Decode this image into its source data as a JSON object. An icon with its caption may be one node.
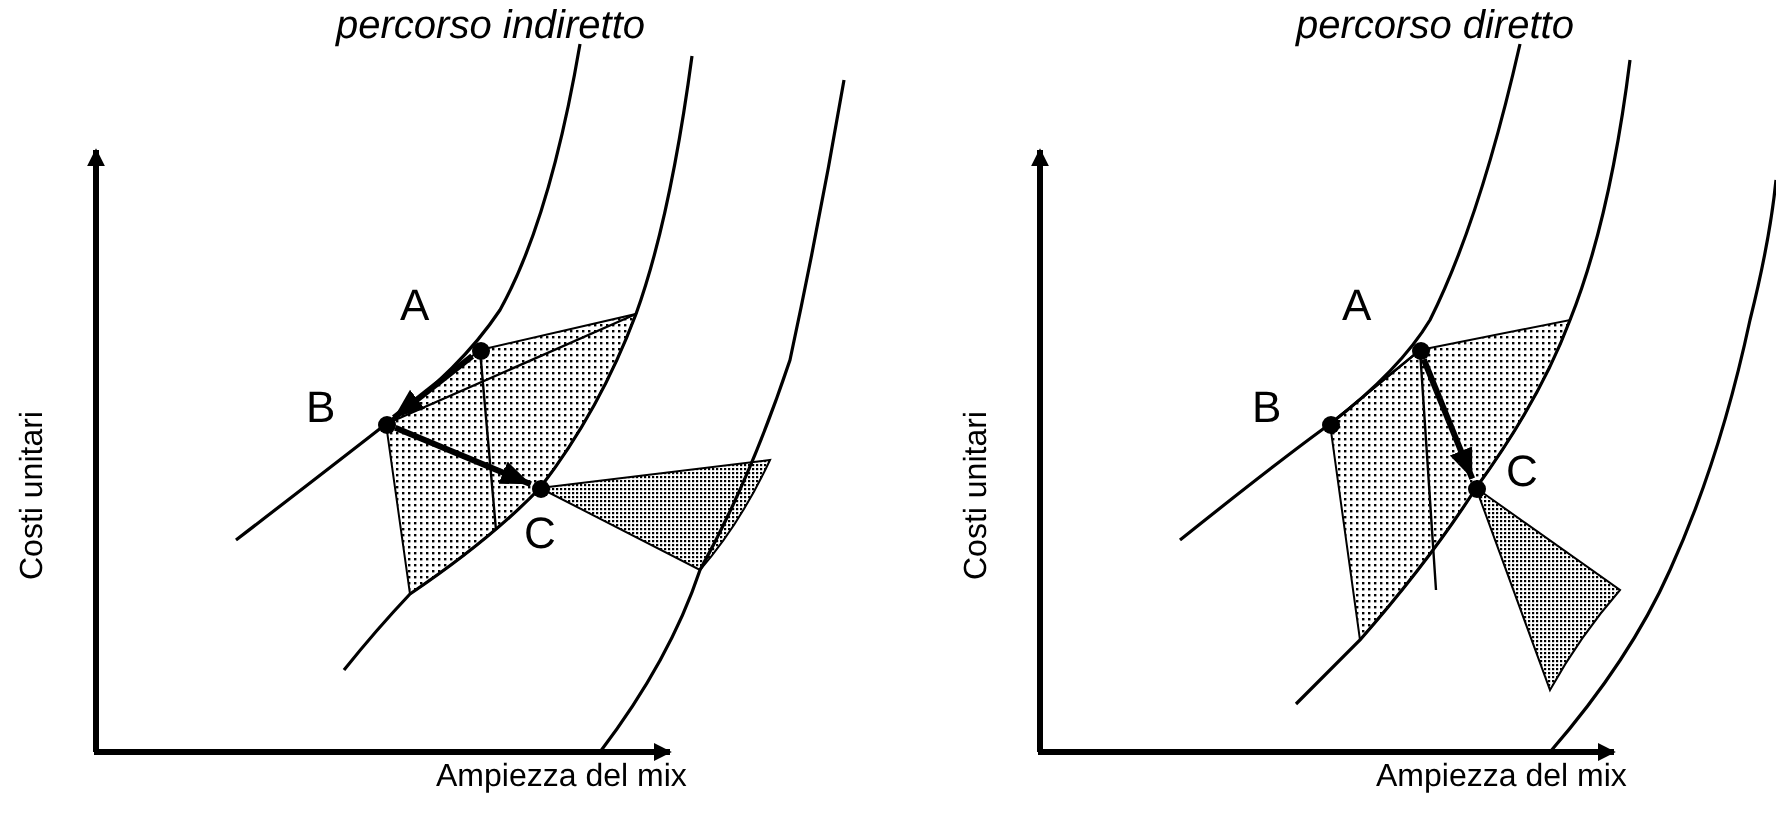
{
  "diagram": {
    "nodes": [
      {
        "text": [
          "A"
        ]
      },
      {
        "text": [
          "B"
        ]
      },
      {
        "text": [
          "C"
        ]
      },
      {
        "text": [
          "A"
        ]
      },
      {
        "text": [
          "B"
        ]
      },
      {
        "text": [
          "C"
        ]
      }
    ],
    "edges": [
      {
        "from": 0,
        "to": 1,
        "arrow": "to"
      },
      {
        "from": 1,
        "to": 2,
        "arrow": "to"
      },
      {
        "from": 3,
        "to": 5,
        "arrow": "to"
      }
    ],
    "labels": [
      "percorso indiretto",
      "Costi unitari",
      "Ampiezza del mix",
      "percorso diretto",
      "Costi unitari",
      "Ampiezza del mix"
    ]
  }
}
